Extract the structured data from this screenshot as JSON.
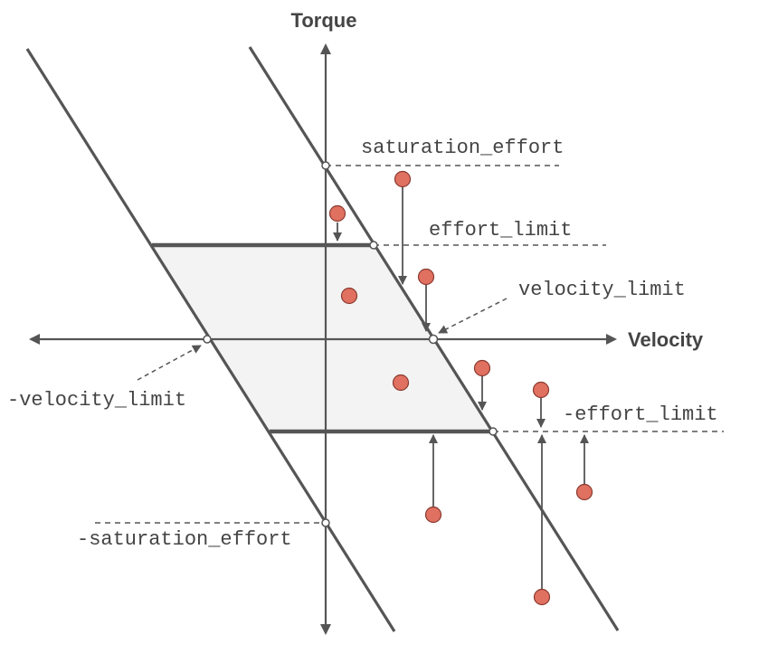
{
  "diagram": {
    "axes": {
      "x_label": "Velocity",
      "y_label": "Torque"
    },
    "labels": {
      "saturation_effort": "saturation_effort",
      "effort_limit": "effort_limit",
      "velocity_limit": "velocity_limit",
      "neg_velocity_limit": "-velocity_limit",
      "neg_effort_limit": "-effort_limit",
      "neg_saturation_effort": "-saturation_effort"
    },
    "colors": {
      "line": "#555555",
      "region_fill": "#f3f3f3",
      "point_fill": "#e07060",
      "point_stroke": "#8a3a30",
      "text": "#444444"
    }
  }
}
